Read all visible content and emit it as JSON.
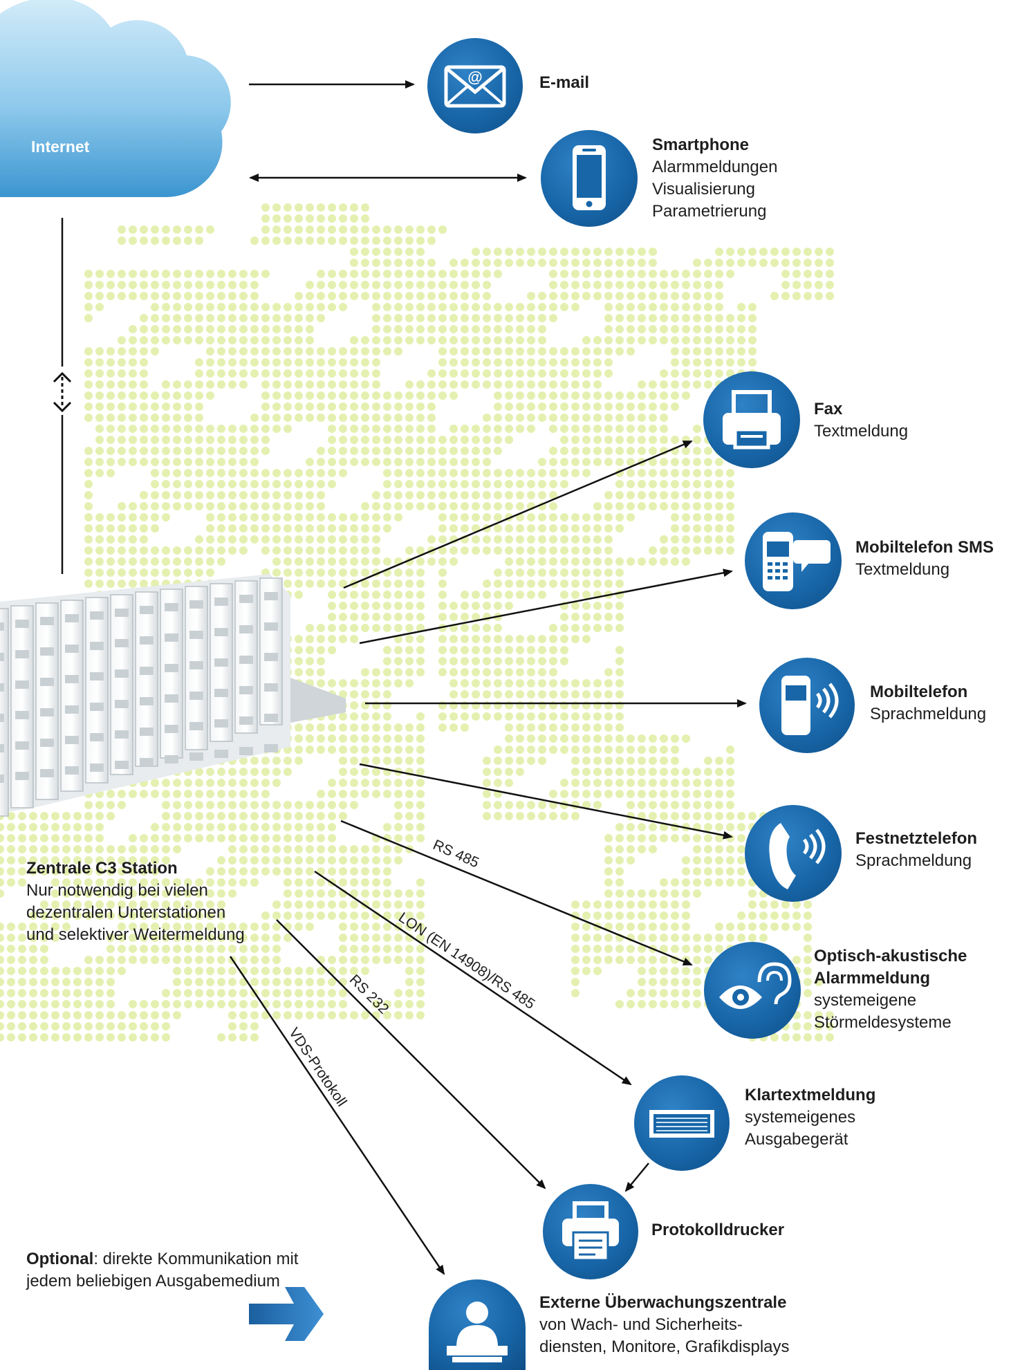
{
  "cloud": {
    "label": "Internet"
  },
  "station": {
    "title": "Zentrale C3 Station",
    "lines": [
      "Nur notwendig bei vielen",
      "dezentralen Unterstationen",
      "und selektiver Weitermeldung"
    ]
  },
  "optional": {
    "bold": "Optional",
    "rest": ": direkte Kommunikation mit",
    "line2": "jedem beliebigen Ausgabemedium"
  },
  "nodes": [
    {
      "id": "email",
      "icon": "envelope-icon",
      "title": "E-mail",
      "lines": []
    },
    {
      "id": "smartphone",
      "icon": "smartphone-icon",
      "title": "Smartphone",
      "lines": [
        "Alarmmeldungen",
        "Visualisierung",
        "Parametrierung"
      ]
    },
    {
      "id": "fax",
      "icon": "fax-icon",
      "title": "Fax",
      "lines": [
        "Textmeldung"
      ]
    },
    {
      "id": "sms",
      "icon": "mobile-sms-icon",
      "title": "Mobiltelefon SMS",
      "lines": [
        "Textmeldung"
      ]
    },
    {
      "id": "mobile",
      "icon": "mobile-voice-icon",
      "title": "Mobiltelefon",
      "lines": [
        "Sprachmeldung"
      ]
    },
    {
      "id": "landline",
      "icon": "landline-phone-icon",
      "title": "Festnetztelefon",
      "lines": [
        "Sprachmeldung"
      ]
    },
    {
      "id": "optical",
      "icon": "eye-ear-icon",
      "title": "Optisch-akustische",
      "title2": "Alarmmeldung",
      "lines": [
        "systemeigene",
        "Störmeldesysteme"
      ]
    },
    {
      "id": "cleartext",
      "icon": "display-panel-icon",
      "title": "Klartextmeldung",
      "lines": [
        "systemeigenes",
        "Ausgabegerät"
      ]
    },
    {
      "id": "printer",
      "icon": "printer-icon",
      "title": "Protokolldrucker",
      "lines": []
    },
    {
      "id": "monitoring",
      "icon": "operator-icon",
      "title": "Externe Überwachungszentrale",
      "lines": [
        "von Wach- und Sicherheits-",
        "diensten, Monitore, Grafikdisplays"
      ]
    }
  ],
  "edges": {
    "rs485": "RS 485",
    "lon": "LON (EN 14908)/RS 485",
    "rs232": "RS 232",
    "vds": "VDS-Protokoll"
  },
  "colors": {
    "icon_blue": "#1866a8",
    "dots": "#e4f0b0",
    "cloud": "#5eaad8",
    "arrow_blue": "#1f6fb4"
  }
}
